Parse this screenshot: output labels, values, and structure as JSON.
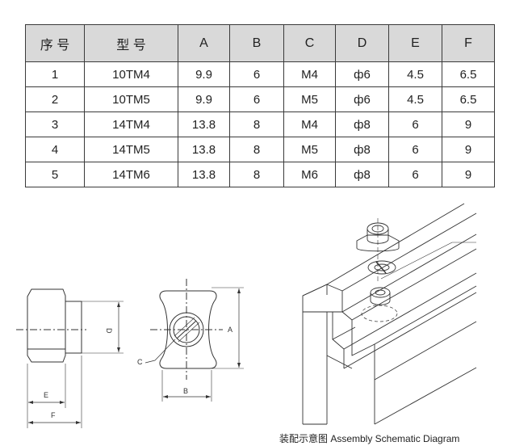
{
  "table": {
    "headers": [
      "序 号",
      "型 号",
      "A",
      "B",
      "C",
      "D",
      "E",
      "F"
    ],
    "rows": [
      [
        "1",
        "10TM4",
        "9.9",
        "6",
        "M4",
        "ф6",
        "4.5",
        "6.5"
      ],
      [
        "2",
        "10TM5",
        "9.9",
        "6",
        "M5",
        "ф6",
        "4.5",
        "6.5"
      ],
      [
        "3",
        "14TM4",
        "13.8",
        "8",
        "M4",
        "ф8",
        "6",
        "9"
      ],
      [
        "4",
        "14TM5",
        "13.8",
        "8",
        "M5",
        "ф8",
        "6",
        "9"
      ],
      [
        "5",
        "14TM6",
        "13.8",
        "8",
        "M6",
        "ф8",
        "6",
        "9"
      ]
    ]
  },
  "drawing_labels": {
    "d": "D",
    "e": "E",
    "f": "F",
    "a": "A",
    "b": "B",
    "c": "C"
  },
  "caption": "装配示意图 Assembly Schematic Diagram"
}
